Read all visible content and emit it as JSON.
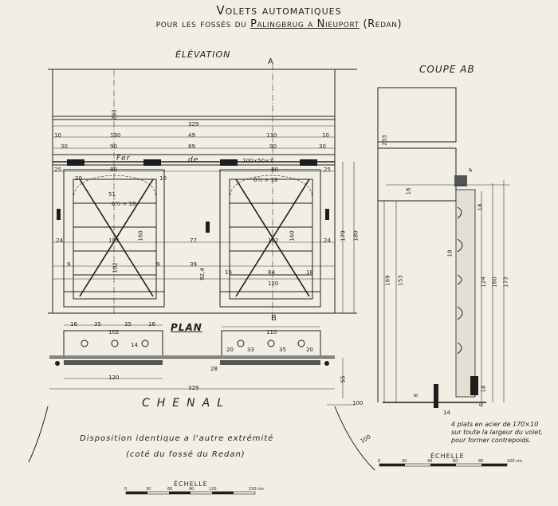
{
  "title": {
    "line1": "Volets automatiques",
    "line2a": "pour les fossés du ",
    "line2b": "Palingbrug a Nieuport",
    "line2c": " (Redan)"
  },
  "elevation": {
    "label": "ÉLÉVATION",
    "section_a": "A",
    "section_b": "B",
    "fer_label": "Fer",
    "de_label": "de",
    "fer_size": "100×50×7",
    "dims": {
      "d329": "329",
      "d233": "233",
      "d130": "130",
      "d49": "49",
      "d10": "10",
      "d30": "30",
      "d90": "90",
      "d89": "89",
      "d25": "25",
      "d80": "80",
      "d20": "20",
      "d6x18": "6½ × 18",
      "d51": "51",
      "d160": "160",
      "d102": "102",
      "d77": "77",
      "d39": "39",
      "d9": "9",
      "d92": "92,4",
      "d16": "16",
      "d84": "84",
      "d18": "18",
      "d120": "120",
      "d24": "24",
      "d170": "170",
      "d180": "180"
    }
  },
  "plan": {
    "label": "PLAN",
    "d16": "16",
    "d35": "35",
    "d102": "102",
    "d110": "110",
    "d20": "20",
    "d33": "33",
    "d120": "120",
    "d329": "329",
    "d55": "55",
    "d14": "14",
    "d28": "28"
  },
  "chenal": "CHENAL",
  "water_level": "100",
  "coupe": {
    "label": "COUPE AB",
    "d233": "233",
    "d16": "16",
    "d169": "169",
    "d153": "153",
    "d18": "18",
    "d124": "124",
    "d160": "160",
    "d173": "173",
    "d6": "6",
    "d14": "14",
    "d4": "4",
    "note1": "4 plats en acier de 170×10",
    "note2": "sur toute la largeur du volet,",
    "note3": "pour former contrepoids."
  },
  "disposition": {
    "line1": "Disposition identique a l'autre extrémité",
    "line2": "(coté du fossé du Redan)"
  },
  "scale_left": {
    "label": "ÉCHELLE",
    "ticks": [
      "0",
      "30",
      "60",
      "90",
      "120",
      "150 cm."
    ]
  },
  "scale_right": {
    "label": "ÉCHELLE",
    "ticks": [
      "0",
      "20",
      "40",
      "60",
      "80",
      "100 cm."
    ]
  }
}
